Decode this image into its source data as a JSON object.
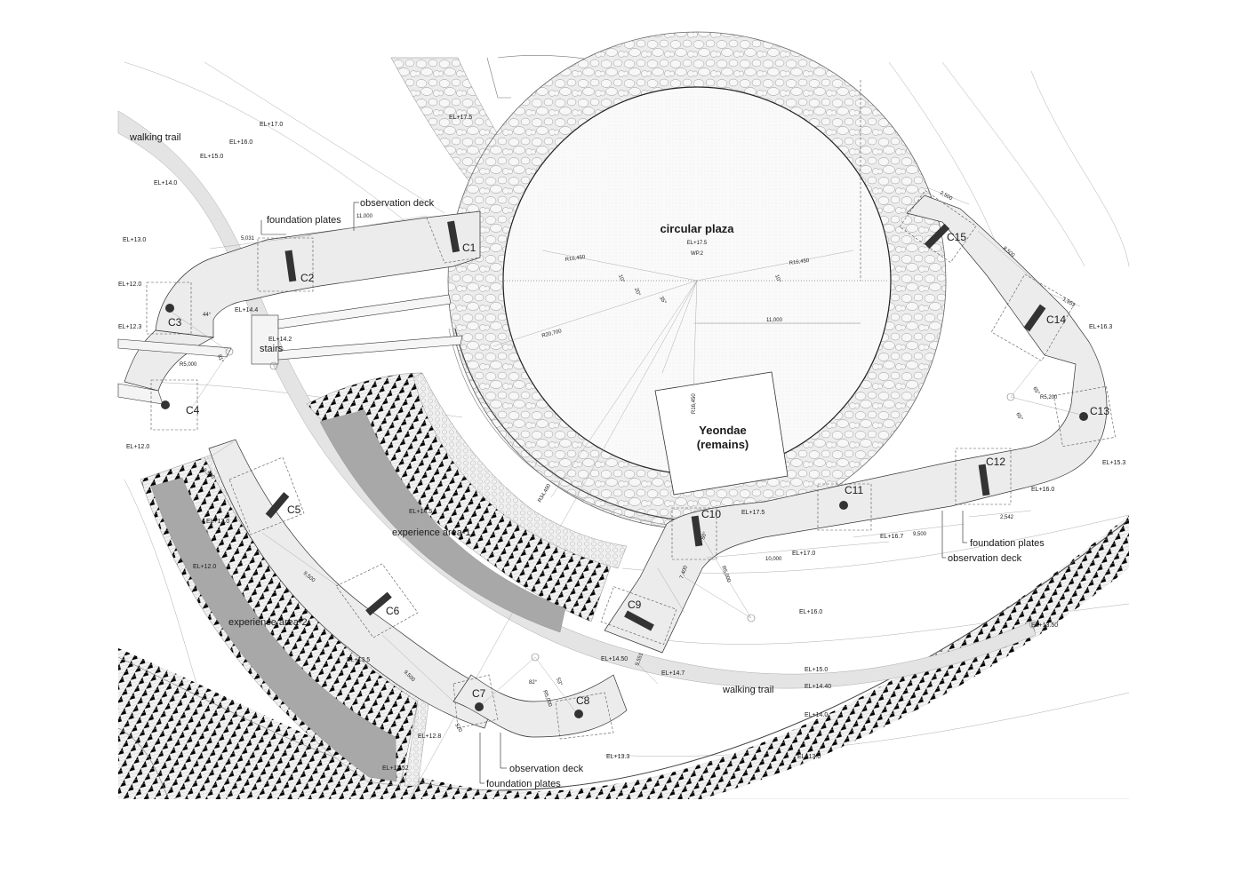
{
  "drawing": {
    "plaza_name": "circular plaza",
    "plaza_elevation": "EL+17.5",
    "plaza_wp": "WP.2",
    "remains_line1": "Yeondae",
    "remains_line2": "(remains)",
    "area1": "experience area-1",
    "area2": "experience area-2",
    "trail_upper": "walking trail",
    "trail_lower": "walking trail",
    "stairs": "stairs",
    "obs_deck_top": "observation deck",
    "found_top": "foundation plates",
    "obs_deck_right": "observation deck",
    "found_right": "foundation plates",
    "obs_deck_bottom": "observation deck",
    "found_bottom": "foundation plates"
  },
  "columns": [
    "C1",
    "C2",
    "C3",
    "C4",
    "C5",
    "C6",
    "C7",
    "C8",
    "C9",
    "C10",
    "C11",
    "C12",
    "C13",
    "C14",
    "C15"
  ],
  "elevations": [
    "EL+17.0",
    "EL+16.0",
    "EL+15.0",
    "EL+14.0",
    "EL+13.0",
    "EL+12.0",
    "EL+12.3",
    "EL+14.4",
    "EL+14.2",
    "EL+12.0",
    "EL+13.0",
    "EL+12.0",
    "EL+13.5",
    "EL+12.8",
    "EL+11.52",
    "EL+14.5",
    "EL+17.5",
    "EL+14.50",
    "EL+14.7",
    "EL+13.3",
    "EL+13.0",
    "EL+14.0",
    "EL+14.40",
    "EL+15.0",
    "EL+16.0",
    "EL+13.50",
    "EL+17.5",
    "EL+17.0",
    "EL+16.7",
    "EL+16.0",
    "EL+15.3",
    "EL+16.3"
  ],
  "dimensions": [
    "11,000",
    "5,031",
    "R16,450",
    "R16,450",
    "R20,700",
    "11,000",
    "R16,450",
    "R5,000",
    "81°",
    "44°",
    "10°",
    "20°",
    "10°",
    "35°",
    "9,500",
    "9,500",
    "9,500",
    "R34,400",
    "82°",
    "53°",
    "R5,000",
    "520",
    "5,551",
    "7,400",
    "R5,000",
    "50°",
    "10,000",
    "9,500",
    "2,542",
    "65°",
    "65°",
    "R5,200",
    "1,953",
    "8,500",
    "2,500"
  ],
  "legend_colors": {
    "paving": "#e6e6e6",
    "deck": "#ececec",
    "strip": "#a8a8a8",
    "line": "#222222"
  }
}
